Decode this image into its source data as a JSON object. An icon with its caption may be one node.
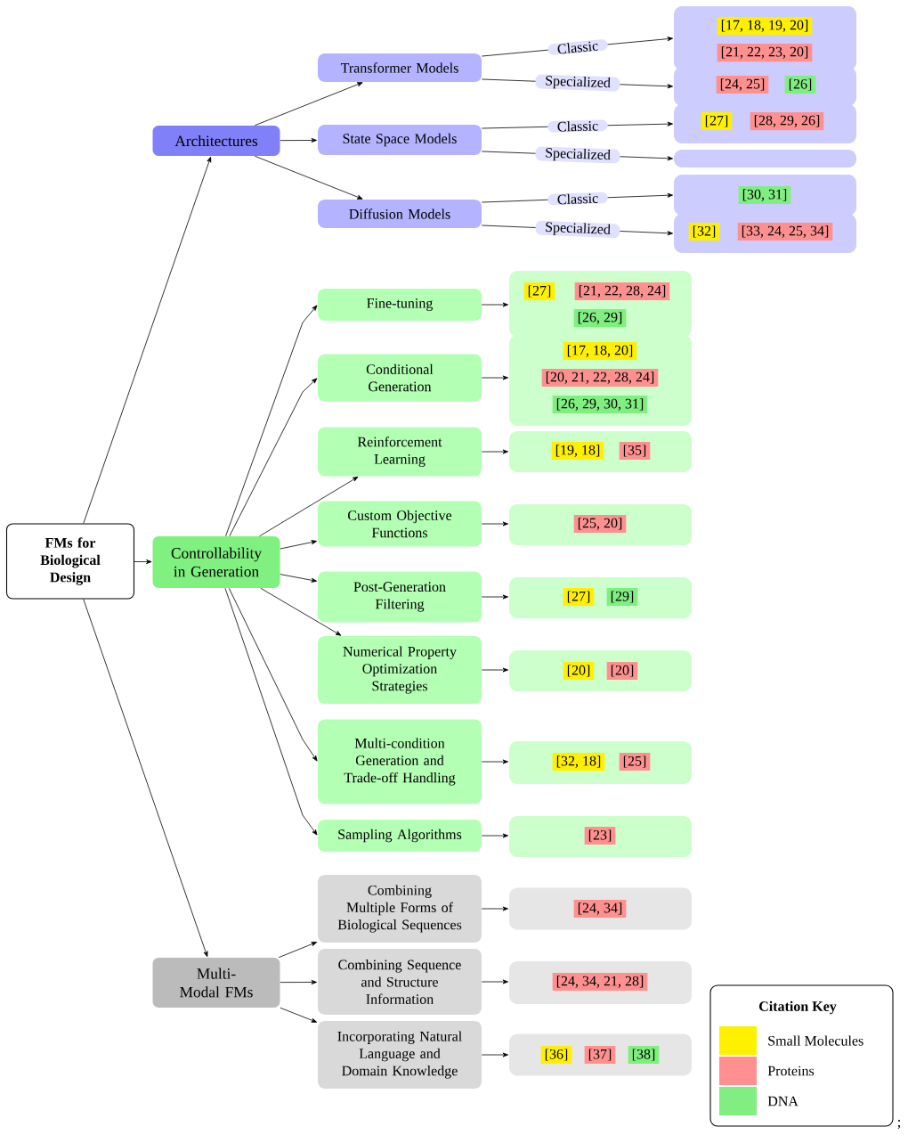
{
  "diagram": {
    "nodes": [
      {
        "text": [
          "FMs for Biological Design"
        ]
      },
      {
        "text": [
          "Architectures"
        ]
      },
      {
        "text": [
          "Controllability in Generation"
        ]
      },
      {
        "text": [
          "Multi-Modal FMs"
        ]
      },
      {
        "text": [
          "Transformer Models"
        ]
      },
      {
        "text": [
          "State Space Models"
        ]
      },
      {
        "text": [
          "Diffusion Models"
        ]
      },
      {
        "text": [
          "Fine-tuning"
        ]
      },
      {
        "text": [
          "Conditional Generation"
        ]
      },
      {
        "text": [
          "Reinforcement Learning"
        ]
      },
      {
        "text": [
          "Custom Objective Functions"
        ]
      },
      {
        "text": [
          "Post-Generation Filtering"
        ]
      },
      {
        "text": [
          "Numerical Property Optimization Strategies"
        ]
      },
      {
        "text": [
          "Multi-condition Generation and Trade-off Handling"
        ]
      },
      {
        "text": [
          "Sampling Algorithms"
        ]
      },
      {
        "text": [
          "Combining Multiple Forms of Biological Sequences"
        ]
      },
      {
        "text": [
          "Combining Sequence and Structure Information"
        ]
      },
      {
        "text": [
          "Incorporating Natural Language and Domain Knowledge"
        ]
      },
      {
        "text": [],
        "shape": "box"
      },
      {
        "text": [
          "[17, 18, 19, 20]"
        ],
        "in": 18
      },
      {
        "text": [
          "[21, 22, 23, 20]"
        ],
        "in": 18
      },
      {
        "text": [],
        "shape": "box"
      },
      {
        "text": [
          "[24, 25]"
        ],
        "in": 21
      },
      {
        "text": [
          "[26]"
        ],
        "in": 21
      },
      {
        "text": [],
        "shape": "box"
      },
      {
        "text": [
          "[27]"
        ],
        "in": 24
      },
      {
        "text": [
          "[28, 29, 26]"
        ],
        "in": 24
      },
      {
        "text": [],
        "shape": "box"
      },
      {
        "text": [],
        "shape": "box"
      },
      {
        "text": [
          "[30, 31]"
        ],
        "in": 28
      },
      {
        "text": [],
        "shape": "box"
      },
      {
        "text": [
          "[32]"
        ],
        "in": 30
      },
      {
        "text": [
          "[33, 24, 25, 34]"
        ],
        "in": 30
      },
      {
        "text": [],
        "shape": "box"
      },
      {
        "text": [
          "[27]"
        ],
        "in": 33
      },
      {
        "text": [
          "[21, 22, 28, 24]"
        ],
        "in": 33
      },
      {
        "text": [
          "[26, 29]"
        ],
        "in": 33
      },
      {
        "text": [],
        "shape": "box"
      },
      {
        "text": [
          "[17, 18, 20]"
        ],
        "in": 37
      },
      {
        "text": [
          "[20, 21, 22, 28, 24]"
        ],
        "in": 37
      },
      {
        "text": [
          "[26, 29, 30, 31]"
        ],
        "in": 37
      },
      {
        "text": [],
        "shape": "box"
      },
      {
        "text": [
          "[19, 18]"
        ],
        "in": 41
      },
      {
        "text": [
          "[35]"
        ],
        "in": 41
      },
      {
        "text": [],
        "shape": "box"
      },
      {
        "text": [
          "[25, 20]"
        ],
        "in": 44
      },
      {
        "text": [],
        "shape": "box"
      },
      {
        "text": [
          "[27]"
        ],
        "in": 46
      },
      {
        "text": [
          "[29]"
        ],
        "in": 46
      },
      {
        "text": [],
        "shape": "box"
      },
      {
        "text": [
          "[20]"
        ],
        "in": 49
      },
      {
        "text": [
          "[20]"
        ],
        "in": 49
      },
      {
        "text": [],
        "shape": "box"
      },
      {
        "text": [
          "[32, 18]"
        ],
        "in": 52
      },
      {
        "text": [
          "[25]"
        ],
        "in": 52
      },
      {
        "text": [],
        "shape": "box"
      },
      {
        "text": [
          "[23]"
        ],
        "in": 55
      },
      {
        "text": [],
        "shape": "box"
      },
      {
        "text": [
          "[24, 34]"
        ],
        "in": 57
      },
      {
        "text": [],
        "shape": "box"
      },
      {
        "text": [
          "[24, 34, 21, 28]"
        ],
        "in": 59
      },
      {
        "text": [],
        "shape": "box"
      },
      {
        "text": [
          "[36]"
        ],
        "in": 61
      },
      {
        "text": [
          "[37]"
        ],
        "in": 61
      },
      {
        "text": [
          "[38]"
        ],
        "in": 61
      }
    ],
    "edges": [
      {
        "from": 0,
        "to": 1,
        "arrow": "to"
      },
      {
        "from": 0,
        "to": 2,
        "arrow": "to"
      },
      {
        "from": 0,
        "to": 3,
        "arrow": "to"
      },
      {
        "from": 1,
        "to": 4,
        "arrow": "to"
      },
      {
        "from": 1,
        "to": 5,
        "arrow": "to"
      },
      {
        "from": 1,
        "to": 6,
        "arrow": "to"
      },
      {
        "from": 2,
        "to": 7,
        "arrow": "to"
      },
      {
        "from": 2,
        "to": 8,
        "arrow": "to"
      },
      {
        "from": 2,
        "to": 9,
        "arrow": "to"
      },
      {
        "from": 2,
        "to": 10,
        "arrow": "to"
      },
      {
        "from": 2,
        "to": 11,
        "arrow": "to"
      },
      {
        "from": 2,
        "to": 12,
        "arrow": "to"
      },
      {
        "from": 2,
        "to": 13,
        "arrow": "to"
      },
      {
        "from": 2,
        "to": 14,
        "arrow": "to"
      },
      {
        "from": 3,
        "to": 15,
        "arrow": "to"
      },
      {
        "from": 3,
        "to": 16,
        "arrow": "to"
      },
      {
        "from": 3,
        "to": 17,
        "arrow": "to"
      },
      {
        "from": 4,
        "to": 18,
        "arrow": "to",
        "label": "Classic"
      },
      {
        "from": 4,
        "to": 21,
        "arrow": "to",
        "label": "Specialized"
      },
      {
        "from": 5,
        "to": 24,
        "arrow": "to",
        "label": "Classic"
      },
      {
        "from": 5,
        "to": 27,
        "arrow": "to",
        "label": "Specialized"
      },
      {
        "from": 6,
        "to": 28,
        "arrow": "to",
        "label": "Classic"
      },
      {
        "from": 6,
        "to": 30,
        "arrow": "to",
        "label": "Specialized"
      },
      {
        "from": 7,
        "to": 33,
        "arrow": "to"
      },
      {
        "from": 8,
        "to": 37,
        "arrow": "to"
      },
      {
        "from": 9,
        "to": 41,
        "arrow": "to"
      },
      {
        "from": 10,
        "to": 44,
        "arrow": "to"
      },
      {
        "from": 11,
        "to": 46,
        "arrow": "to"
      },
      {
        "from": 12,
        "to": 49,
        "arrow": "to"
      },
      {
        "from": 13,
        "to": 52,
        "arrow": "to"
      },
      {
        "from": 14,
        "to": 55,
        "arrow": "to"
      },
      {
        "from": 15,
        "to": 57,
        "arrow": "to"
      },
      {
        "from": 16,
        "to": 59,
        "arrow": "to"
      },
      {
        "from": 17,
        "to": 61,
        "arrow": "to"
      }
    ],
    "labels": [
      "Citation Key",
      ";"
    ],
    "legend": [
      {
        "text": "Small Molecules",
        "color": "#fff000"
      },
      {
        "text": "Proteins",
        "color": "#ff9090"
      },
      {
        "text": "DNA",
        "color": "#80ee80"
      }
    ]
  }
}
